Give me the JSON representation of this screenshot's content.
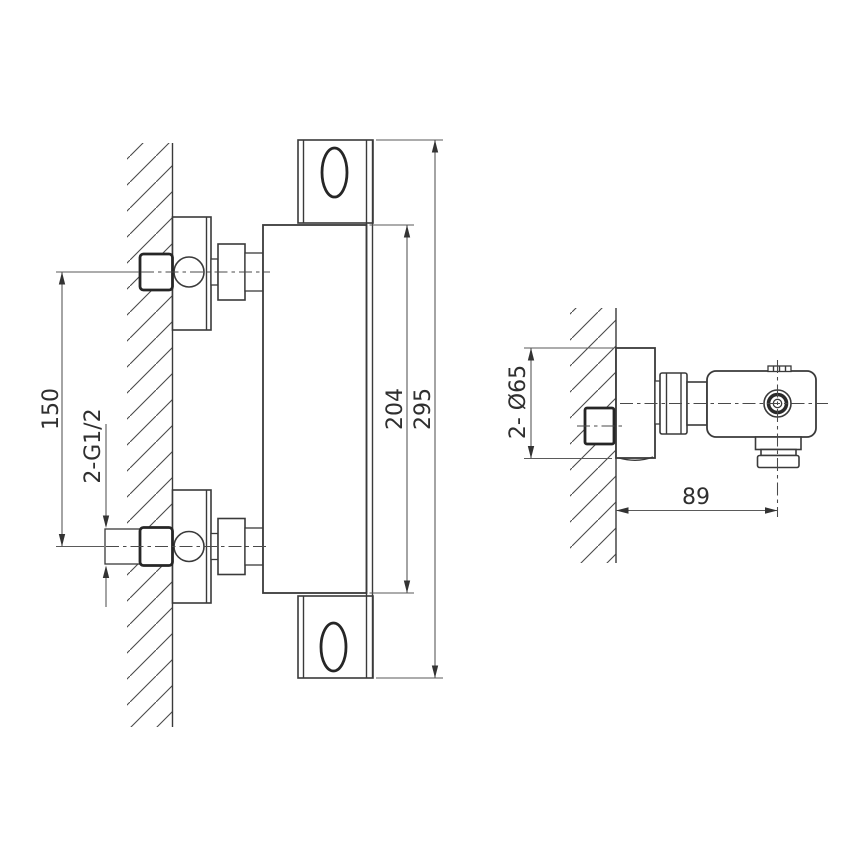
{
  "page": {
    "background_color": "#ffffff",
    "line_color": "#3a3a3a",
    "dim_line_color": "#5a5a5a",
    "text_color": "#2f2f2f"
  },
  "front_view": {
    "dim_inlet_spacing": "150",
    "dim_inlet_thread": "2-G1/2",
    "dim_body_height": "204",
    "dim_overall_height": "295"
  },
  "side_view": {
    "dim_escutcheon_diameter": "2- Ø65",
    "dim_wall_to_outlet_axis": "89"
  }
}
